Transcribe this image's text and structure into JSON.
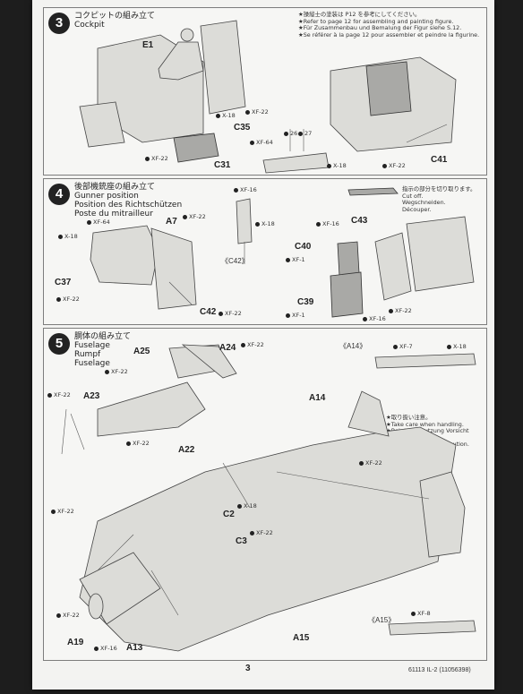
{
  "step3": {
    "number": "3",
    "title_jp": "コクピットの組み立て",
    "title_en": "Cockpit",
    "notes": [
      "★操縦士の塗装は P12 を参考にしてください。",
      "★Refer to page 12 for assembling and painting figure.",
      "★Für Zusammenbau und Bemalung der Figur siehe S.12.",
      "★Se référer à la page 12 pour assembler et peindre la figurine."
    ],
    "labels": [
      "E1",
      "C35",
      "C31",
      "C41"
    ],
    "paints": [
      "X-18",
      "XF-22",
      "XF-64",
      "XF-22",
      "X-18",
      "XF-22"
    ],
    "decals": [
      "26",
      "27"
    ]
  },
  "step4": {
    "number": "4",
    "title_jp": "後部機銃座の組み立て",
    "title_en": "Gunner position",
    "title_de": "Position des Richtschützen",
    "title_fr": "Poste du mitrailleur",
    "cut_note": [
      "指示の部分を切り取ります。",
      "Cut off.",
      "Wegschneiden.",
      "Découper."
    ],
    "labels": [
      "A7",
      "C37",
      "C42",
      "C40",
      "C39",
      "C43"
    ],
    "callout": "《C42》",
    "paints": [
      "XF-64",
      "XF-22",
      "X-18",
      "XF-16",
      "X-18",
      "XF-22",
      "XF-22",
      "XF-16",
      "XF-1",
      "XF-1",
      "XF-16",
      "XF-22"
    ]
  },
  "step5": {
    "number": "5",
    "title_jp": "胴体の組み立て",
    "title_en": "Fuselage",
    "title_de": "Rumpf",
    "title_fr": "Fuselage",
    "handling_note": [
      "★取り扱い注意。",
      "★Take care when handling.",
      "★Bei der Benutzung Vorsicht",
      "walten lassen.",
      "★Manipuler avec précaution."
    ],
    "labels": [
      "A25",
      "A24",
      "A23",
      "A22",
      "A14",
      "C2",
      "C3",
      "A19",
      "A13",
      "A15"
    ],
    "callouts": [
      "《A14》",
      "《A15》"
    ],
    "paints": [
      "XF-22",
      "XF-22",
      "XF-22",
      "XF-22",
      "XF-7",
      "X-18",
      "XF-22",
      "XF-22",
      "X-18",
      "XF-22",
      "XF-22",
      "XF-16",
      "XF-8"
    ]
  },
  "footer": {
    "page_number": "3",
    "code": "61113 IL-2 (11056398)"
  }
}
